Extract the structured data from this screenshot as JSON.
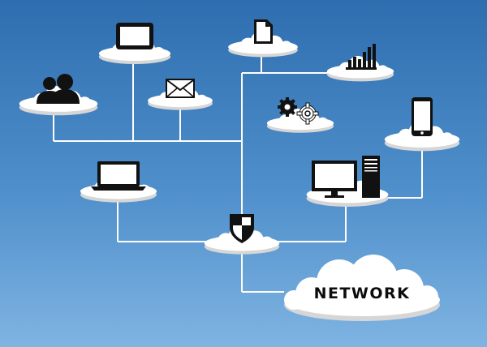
{
  "diagram": {
    "network_label": "NETWORK",
    "colors": {
      "sky_top": "#2e6eaf",
      "sky_bottom": "#7fb4e2",
      "cloud": "#ffffff",
      "cloud_shade": "#dcdcdc",
      "icon": "#111111",
      "connector": "#ffffff"
    },
    "nodes": [
      {
        "name": "cloud-users",
        "icon": "users-icon"
      },
      {
        "name": "cloud-tablet",
        "icon": "tablet-icon"
      },
      {
        "name": "cloud-email",
        "icon": "envelope-icon"
      },
      {
        "name": "cloud-document",
        "icon": "document-icon"
      },
      {
        "name": "cloud-chart",
        "icon": "bar-chart-icon"
      },
      {
        "name": "cloud-settings",
        "icon": "gears-icon"
      },
      {
        "name": "cloud-phone",
        "icon": "smartphone-icon"
      },
      {
        "name": "cloud-laptop",
        "icon": "laptop-icon"
      },
      {
        "name": "cloud-desktop",
        "icon": "desktop-computer-icon"
      },
      {
        "name": "cloud-security",
        "icon": "shield-icon"
      },
      {
        "name": "cloud-network",
        "icon": "none"
      }
    ]
  }
}
